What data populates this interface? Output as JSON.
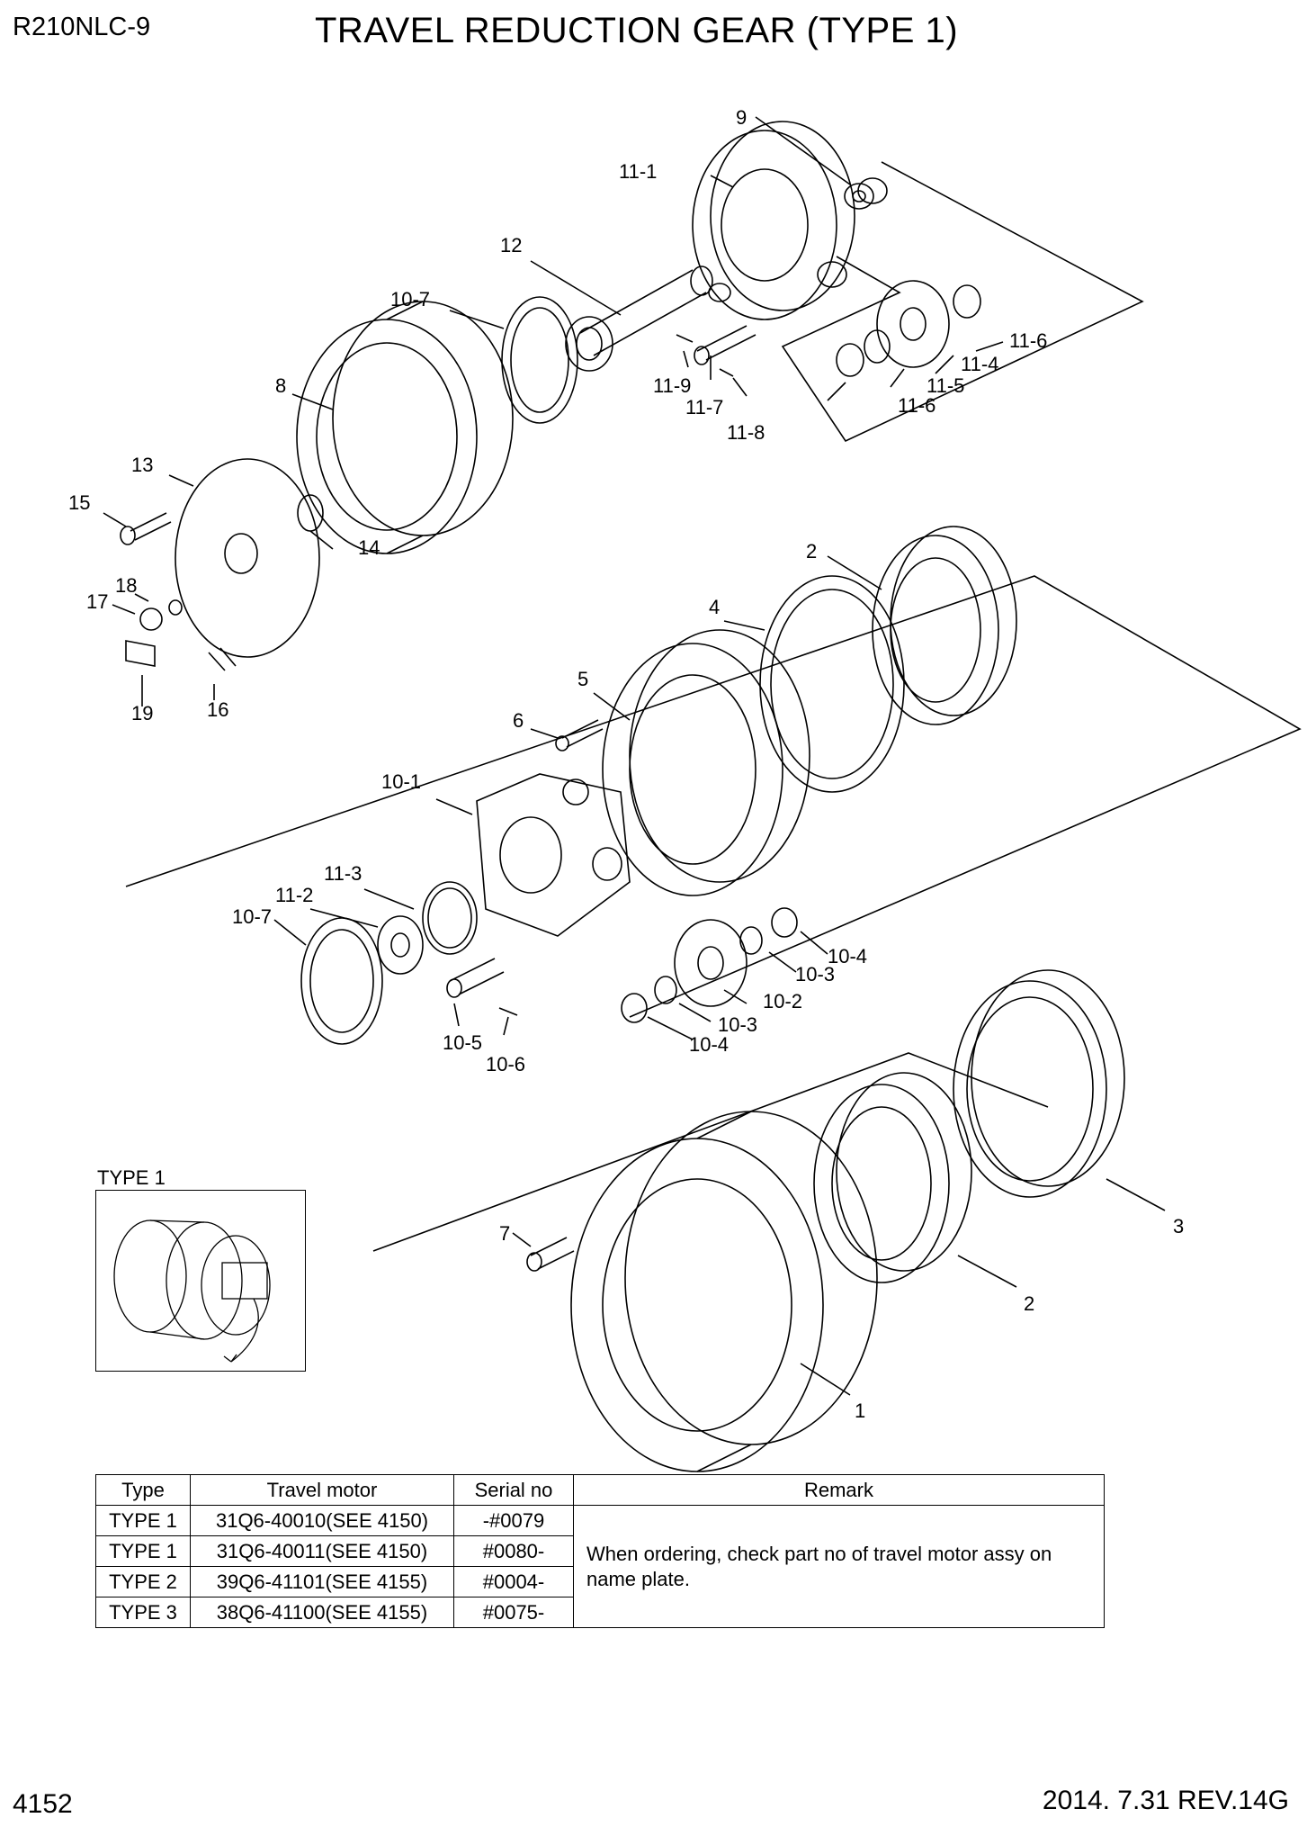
{
  "header": {
    "model": "R210NLC-9",
    "title": "TRAVEL REDUCTION GEAR (TYPE 1)"
  },
  "callouts": {
    "c9": "9",
    "c11_1": "11-1",
    "c12": "12",
    "c10_7a": "10-7",
    "c8": "8",
    "c11_9": "11-9",
    "c11_7": "11-7",
    "c11_8": "11-8",
    "c11_6a": "11-6",
    "c11_4": "11-4",
    "c11_5": "11-5",
    "c11_6b": "11-6",
    "c13": "13",
    "c15": "15",
    "c14": "14",
    "c18": "18",
    "c17": "17",
    "c19": "19",
    "c16": "16",
    "c2a": "2",
    "c4": "4",
    "c5": "5",
    "c6": "6",
    "c10_1": "10-1",
    "c11_3": "11-3",
    "c11_2": "11-2",
    "c10_7b": "10-7",
    "c10_4a": "10-4",
    "c10_3a": "10-3",
    "c10_2": "10-2",
    "c10_3b": "10-3",
    "c10_4b": "10-4",
    "c10_5": "10-5",
    "c10_6": "10-6",
    "c7": "7",
    "c3": "3",
    "c2b": "2",
    "c1": "1"
  },
  "inset": {
    "label": "TYPE 1"
  },
  "table": {
    "headers": [
      "Type",
      "Travel motor",
      "Serial no",
      "Remark"
    ],
    "rows": [
      [
        "TYPE 1",
        "31Q6-40010(SEE 4150)",
        "-#0079"
      ],
      [
        "TYPE 1",
        "31Q6-40011(SEE 4150)",
        "#0080-"
      ],
      [
        "TYPE 2",
        "39Q6-41101(SEE 4155)",
        "#0004-"
      ],
      [
        "TYPE 3",
        "38Q6-41100(SEE 4155)",
        "#0075-"
      ]
    ],
    "remark": "When ordering, check part no of travel motor assy on name plate."
  },
  "footer": {
    "page": "4152",
    "revision": "2014. 7.31  REV.14G"
  }
}
